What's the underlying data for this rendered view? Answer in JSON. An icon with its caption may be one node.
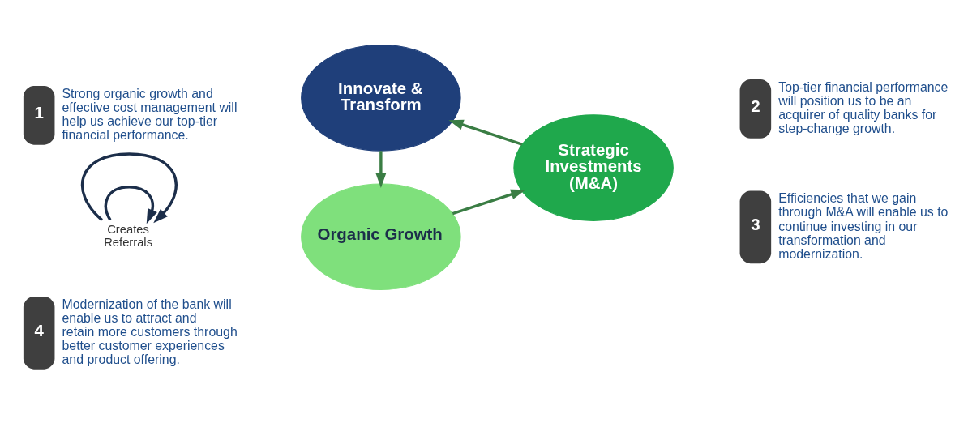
{
  "diagram": {
    "nodes": [
      {
        "text": [
          "Organic Growth"
        ]
      },
      {
        "text": [
          "Strategic Investments",
          "(M&A)"
        ]
      },
      {
        "text": [
          "Innovate & Transform"
        ]
      },
      {
        "text": [
          "1"
        ],
        "beside": [
          "Strong organic growth and effective cost management will help us achieve our top-tier financial performance."
        ]
      },
      {
        "text": [
          "2"
        ],
        "beside": [
          "Top-tier financial performance will position us to be an acquirer of quality banks for step-change growth."
        ]
      },
      {
        "text": [
          "3"
        ],
        "beside": [
          "Efficiencies that we gain through M&A will enable us to continue investing in our transformation and modernization."
        ]
      },
      {
        "text": [
          "4"
        ],
        "beside": [
          "Modernization of the bank will enable us to attract and retain more customers through better customer experiences and product offering."
        ]
      },
      {
        "text": [
          "Creates Referrals"
        ]
      }
    ],
    "edges": [
      {
        "from": 0,
        "to": 1,
        "arrow": "to"
      },
      {
        "from": 1,
        "to": 2,
        "arrow": "to"
      },
      {
        "from": 2,
        "to": 0,
        "arrow": "to"
      },
      {
        "from": 7,
        "to": 7,
        "arrow": "to",
        "color": "#1c2e4a"
      },
      {
        "from": 7,
        "to": 7,
        "arrow": "to",
        "color": "#1c2e4a"
      }
    ]
  }
}
